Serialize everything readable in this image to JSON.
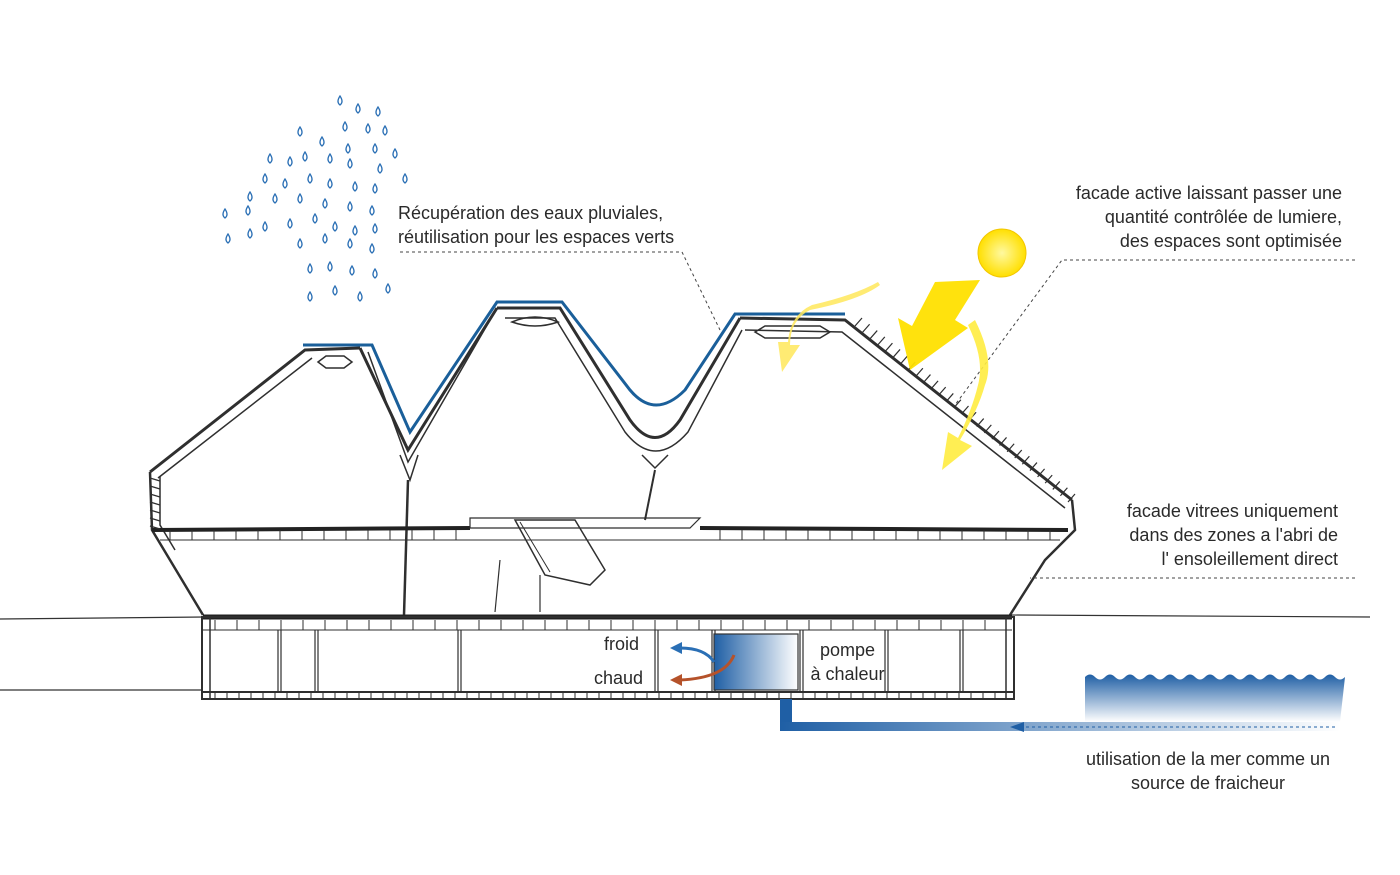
{
  "annotations": {
    "rainwater": [
      "Récupération des eaux pluviales,",
      "réutilisation pour les espaces verts"
    ],
    "active_facade": [
      "facade active laissant passer une",
      "quantité contrôlée de lumiere,",
      "des espaces sont optimisée"
    ],
    "glass_facade": [
      "facade vitrees uniquement",
      "dans des zones a l'abri de",
      "l' ensoleillement direct"
    ],
    "sea": [
      "utilisation de la mer comme un",
      "source  de fraicheur"
    ]
  },
  "labels": {
    "cold": "froid",
    "hot": "chaud",
    "heat_pump": [
      "pompe",
      "à chaleur"
    ]
  },
  "colors": {
    "roof_membrane": "#1a5f9a",
    "water": "#1f6ab0",
    "sun": "#ffe000",
    "sun_rays": "#f4d20a",
    "cold_arrow": "#2a6fb5",
    "hot_arrow": "#b5522a",
    "structure": "#333333"
  },
  "icons": [
    "rain-drops-icon",
    "sun-icon",
    "sun-ray-arrow-icon",
    "cold-flow-arrow-icon",
    "hot-flow-arrow-icon",
    "sea-waves-icon"
  ]
}
